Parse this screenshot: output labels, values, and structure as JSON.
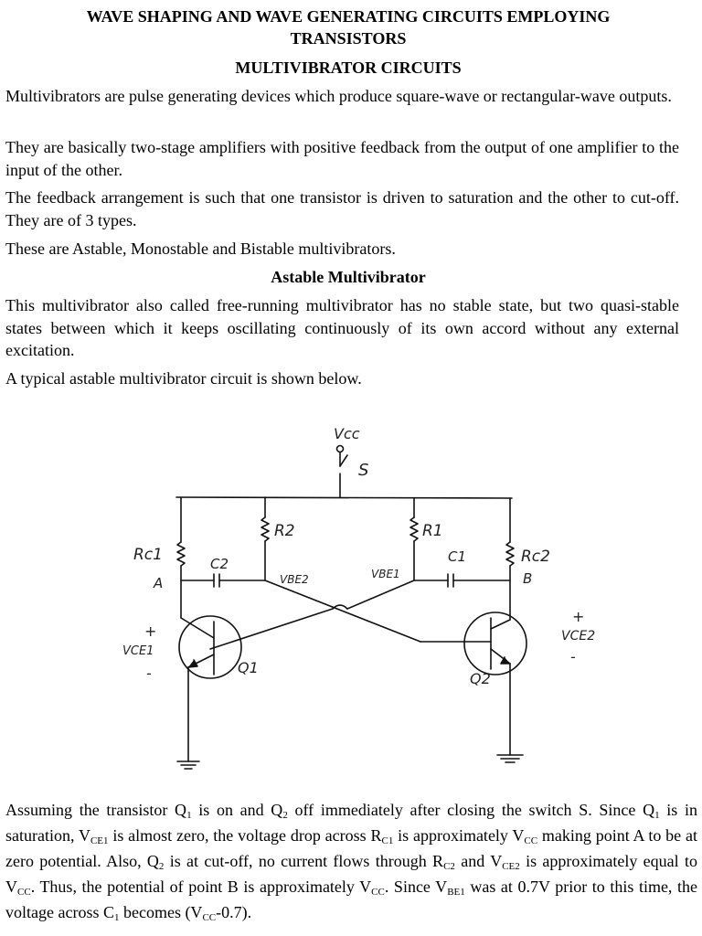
{
  "header": {
    "title_line1": "WAVE SHAPING AND WAVE GENERATING CIRCUITS EMPLOYING",
    "title_line2": "TRANSISTORS",
    "section_title": "MULTIVIBRATOR CIRCUITS"
  },
  "intro": {
    "p1": "Multivibrators are pulse generating devices which produce square-wave or rectangular-wave outputs.",
    "p2": "They are basically two-stage amplifiers with positive feedback from the output of one amplifier to the input of the other.",
    "p3": "The feedback arrangement is such that one transistor is driven to saturation and the other to cut-off. They are of 3 types.",
    "p4": "These are Astable, Monostable and Bistable multivibrators."
  },
  "astable": {
    "heading": "Astable Multivibrator",
    "p1": "This multivibrator also called free-running multivibrator has no stable state, but two quasi-stable states between which it keeps oscillating continuously of its own accord without any external excitation.",
    "p2": "A typical astable multivibrator circuit is shown below."
  },
  "diagram": {
    "vcc": "Vcc",
    "switch": "S",
    "rc1": "Rc1",
    "rc2": "Rc2",
    "r1": "R1",
    "r2": "R2",
    "c1": "C1",
    "c2": "C2",
    "vbe1": "VBE1",
    "vbe2": "VBE2",
    "node_a": "A",
    "node_b": "B",
    "vce1": "VCE1",
    "vce2": "VCE2",
    "q1": "Q1",
    "q2": "Q2",
    "plus": "+",
    "minus": "-"
  },
  "analysis": {
    "s1": "Assuming the transistor Q",
    "s1_sub": "1",
    "s2": " is on and Q",
    "s2_sub": "2",
    "s3": " off immediately after closing the switch S. Since Q",
    "s3_sub": "1",
    "s4": " is in saturation, V",
    "s4_sub": "CE1",
    "s5": " is almost zero, the voltage drop across R",
    "s5_sub": "C1",
    "s6": " is approximately V",
    "s6_sub": "CC",
    "s7": " making point A to be at zero potential. Also, Q",
    "s7_sub": "2",
    "s8": " is at cut-off, no current flows through R",
    "s8_sub": "C2",
    "s9": " and V",
    "s9_sub": "CE2",
    "s10": " is approximately equal to V",
    "s10_sub": "CC",
    "s11": ". Thus, the potential of point B is approximately V",
    "s11_sub": "CC",
    "s12": ". Since V",
    "s12_sub": "BE1",
    "s13": " was at 0.7V prior to this time, the voltage across C",
    "s13_sub": "1",
    "s14": " becomes (V",
    "s14_sub": "CC",
    "s15": "-0.7)."
  }
}
